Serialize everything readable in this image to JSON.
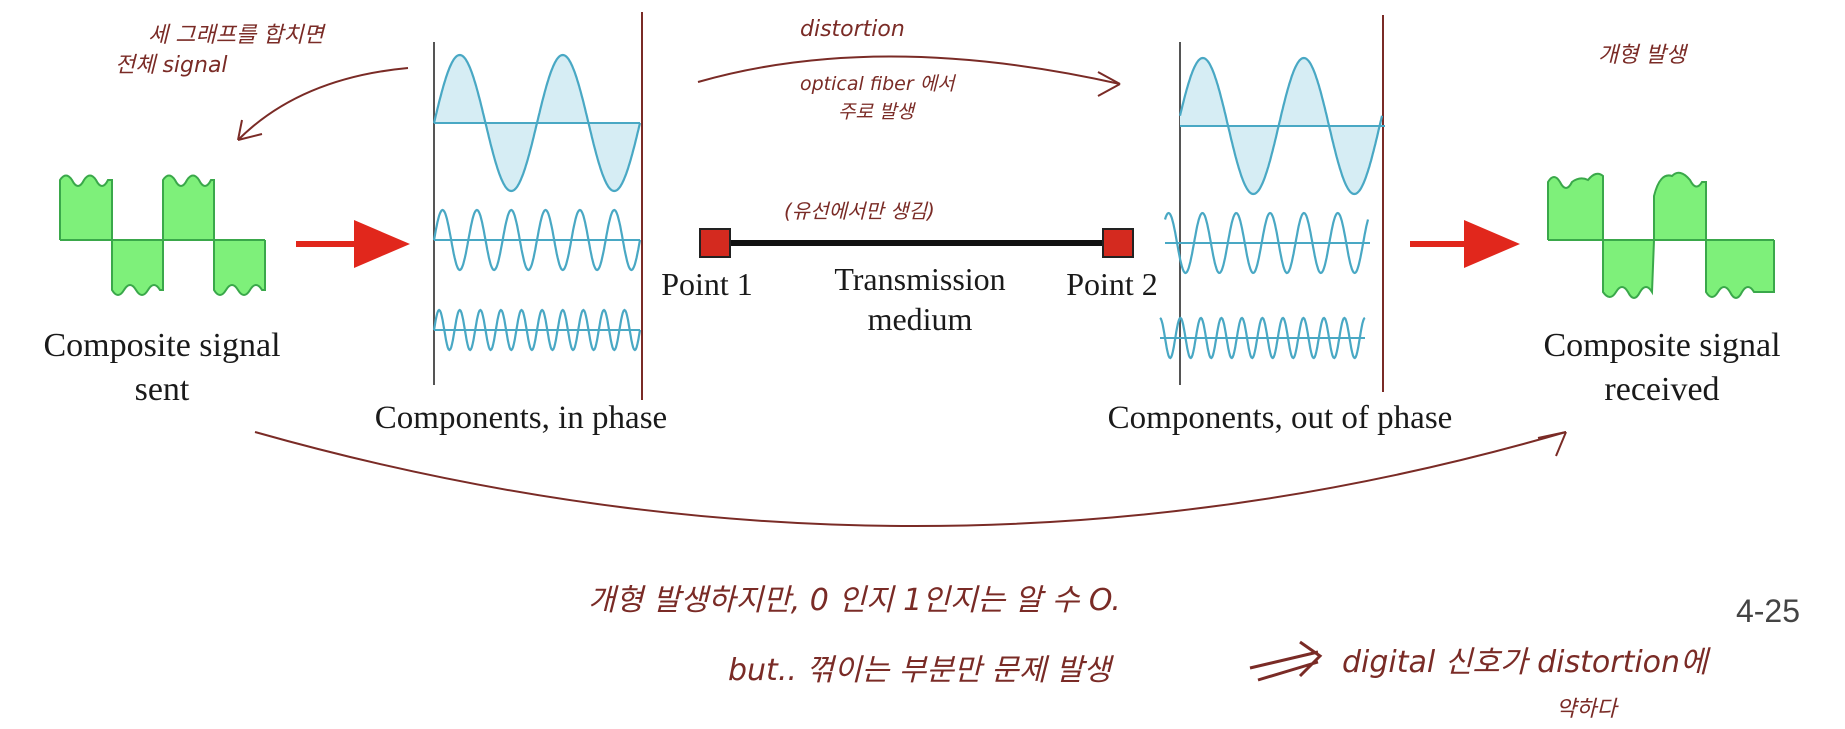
{
  "colors": {
    "composite_fill": "#7ef07a",
    "composite_stroke": "#3aa84a",
    "wave_stroke": "#49a8c4",
    "wave_fill": "#d6edf4",
    "arrow_red": "#e1271c",
    "point_box": "#d42a1f",
    "annotation": "#7a2b26",
    "axis": "#444444"
  },
  "labels": {
    "composite_sent": [
      "Composite signal",
      "sent"
    ],
    "components_in_phase": "Components, in phase",
    "point1": "Point 1",
    "transmission_medium": [
      "Transmission",
      "medium"
    ],
    "point2": "Point 2",
    "components_out_of_phase": "Components, out of phase",
    "composite_received": [
      "Composite signal",
      "received"
    ]
  },
  "annotations": {
    "top_left": [
      "세 그래프를 합치면",
      "전체 signal"
    ],
    "distortion": "distortion",
    "optical_fiber": [
      "optical fiber 에서",
      "주로 발생"
    ],
    "wired_only": "(유선에서만 생김)",
    "top_right": "개형 발생",
    "bottom_line1": "개형 발생하지만,   0 인지 1인지는  알 수 O.",
    "bottom_line2_left": "but..   꺾이는 부분만 문제 발생",
    "bottom_line2_right": "digital 신호가 distortion에",
    "bottom_line3": "약하다"
  },
  "page_number": "4-25"
}
